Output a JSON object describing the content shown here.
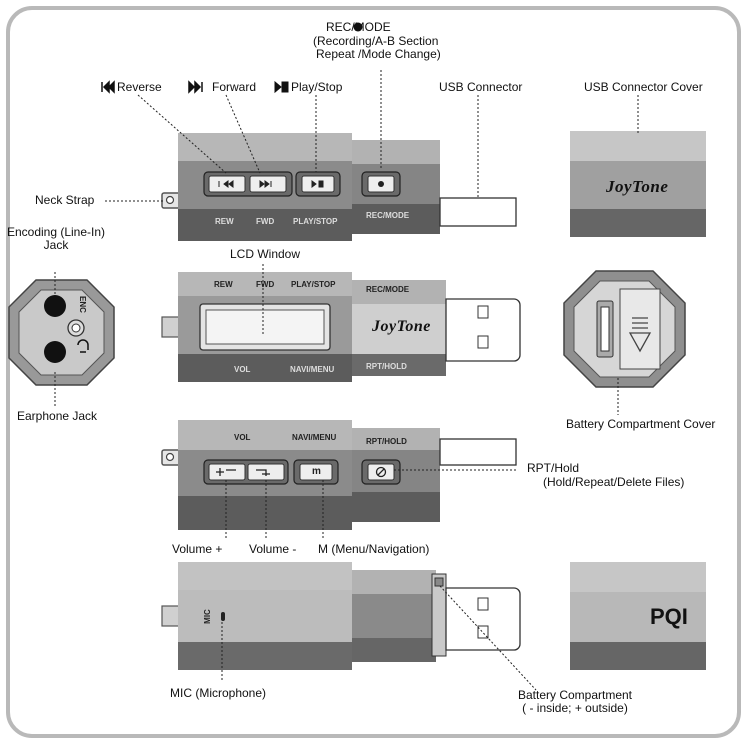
{
  "callouts": {
    "rec_mode_title": "REC/MODE",
    "rec_mode_desc1": "(Recording/A-B Section",
    "rec_mode_desc2": "Repeat /Mode Change)",
    "reverse": "Reverse",
    "forward": "Forward",
    "play_stop": "Play/Stop",
    "usb_connector": "USB Connector",
    "usb_connector_cover": "USB Connector Cover",
    "neck_strap": "Neck Strap",
    "encoding_jack_1": "Encoding (Line-In)",
    "encoding_jack_2": "Jack",
    "lcd_window": "LCD Window",
    "earphone_jack": "Earphone Jack",
    "battery_cover": "Battery Compartment Cover",
    "rpt_hold_title": "RPT/Hold",
    "rpt_hold_desc": "(Hold/Repeat/Delete Files)",
    "volume_plus": "Volume +",
    "volume_minus": "Volume -",
    "menu_nav": "M (Menu/Navigation)",
    "mic": "MIC (Microphone)",
    "battery_compartment_1": "Battery Compartment",
    "battery_compartment_2": "( - inside; + outside)"
  },
  "device_text": {
    "rew": "REW",
    "fwd": "FWD",
    "play_stop": "PLAY/STOP",
    "rec_mode": "REC/MODE",
    "vol": "VOL",
    "navi_menu": "NAVI/MENU",
    "rpt_hold": "RPT/HOLD",
    "mic": "MIC",
    "enc": "ENC",
    "m_button": "m",
    "brand": "JoyTone",
    "pqi": "PQI"
  },
  "colors": {
    "frame": "#b9b9b9",
    "body_top": "#9a9a9a",
    "body_mid": "#7d7d7d",
    "body_dark": "#555555",
    "cover_light": "#c8c8c8"
  }
}
